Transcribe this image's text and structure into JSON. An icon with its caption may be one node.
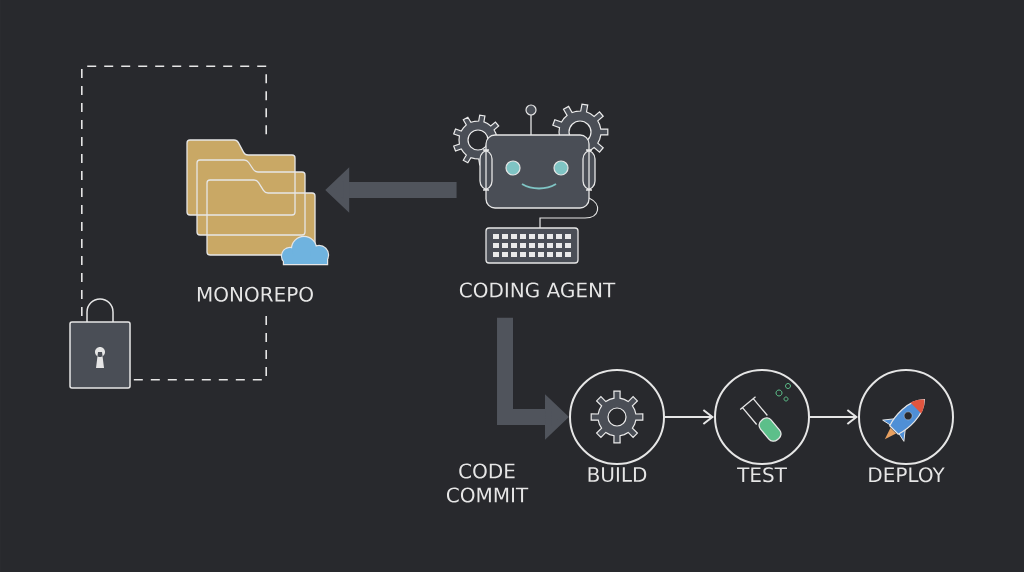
{
  "diagram": {
    "nodes": [
      {
        "text": [],
        "shape": "box"
      },
      {
        "text": [
          "MONOREPO"
        ]
      },
      {
        "text": [
          "CODING AGENT"
        ]
      },
      {
        "text": [
          "CODE COMMIT"
        ]
      },
      {
        "text": [
          "BUILD"
        ]
      },
      {
        "text": [
          "TEST"
        ]
      },
      {
        "text": [
          "DEPLOY"
        ]
      }
    ],
    "edges": [
      {
        "from": 2,
        "to": 1,
        "arrow": "to",
        "style": "thick"
      },
      {
        "from": 2,
        "to": 4,
        "arrow": "to",
        "style": "thick"
      },
      {
        "from": 4,
        "to": 5,
        "arrow": "to",
        "color": "#e6e6e6"
      },
      {
        "from": 5,
        "to": 6,
        "arrow": "to",
        "color": "#e6e6e6"
      }
    ]
  }
}
